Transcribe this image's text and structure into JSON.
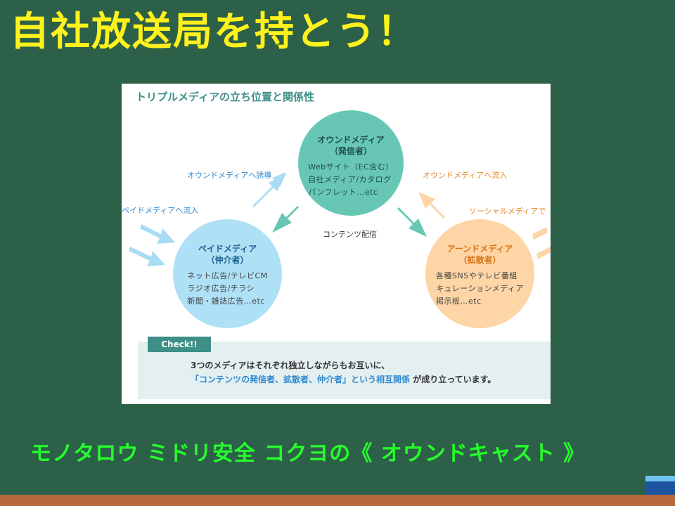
{
  "headline": "自社放送局を持とう！",
  "figure": {
    "title": "トリプルメディアの立ち位置と関係性",
    "owned": {
      "title_line1": "オウンドメディア",
      "title_line2": "（発信者）",
      "items": [
        "Webサイト（EC含む）",
        "自社メディア/カタログ",
        "パンフレット…etc"
      ]
    },
    "paid": {
      "title_line1": "ペイドメディア",
      "title_line2": "（仲介者）",
      "items": [
        "ネット広告/テレビCM",
        "ラジオ広告/チラシ",
        "新聞・雑誌広告…etc"
      ]
    },
    "earned": {
      "title_line1": "アーンドメディア",
      "title_line2": "（拡散者）",
      "items": [
        "各種SNSやテレビ番組",
        "キュレーションメディア",
        "掲示板…etc"
      ]
    },
    "labels": {
      "to_owned_left": "オウンドメディアへ誘導",
      "to_paid": "ペイドメディアへ流入",
      "to_owned_right": "オウンドメディアへ流入",
      "social": "ソーシャルメディアで",
      "content": "コンテンツ配信"
    },
    "check": {
      "tag": "Check!!",
      "line1": "3つのメディアはそれぞれ独立しながらもお互いに、",
      "line2_highlight": "「コンテンツの発信者、拡散者、仲介者」という相互関係",
      "line2_rest": " が成り立っています。"
    }
  },
  "bottom_text": "モノタロウ ミドリ安全 コクヨの《 オウンドキャスト 》",
  "colors": {
    "board": "#2d6048",
    "headline": "#fff21c",
    "bottom_text": "#25ff2a",
    "owned": "#67c7b4",
    "paid": "#aee0f6",
    "earned": "#fdd5a6",
    "accent_teal": "#3d8f87",
    "floor": "#b6693b"
  }
}
